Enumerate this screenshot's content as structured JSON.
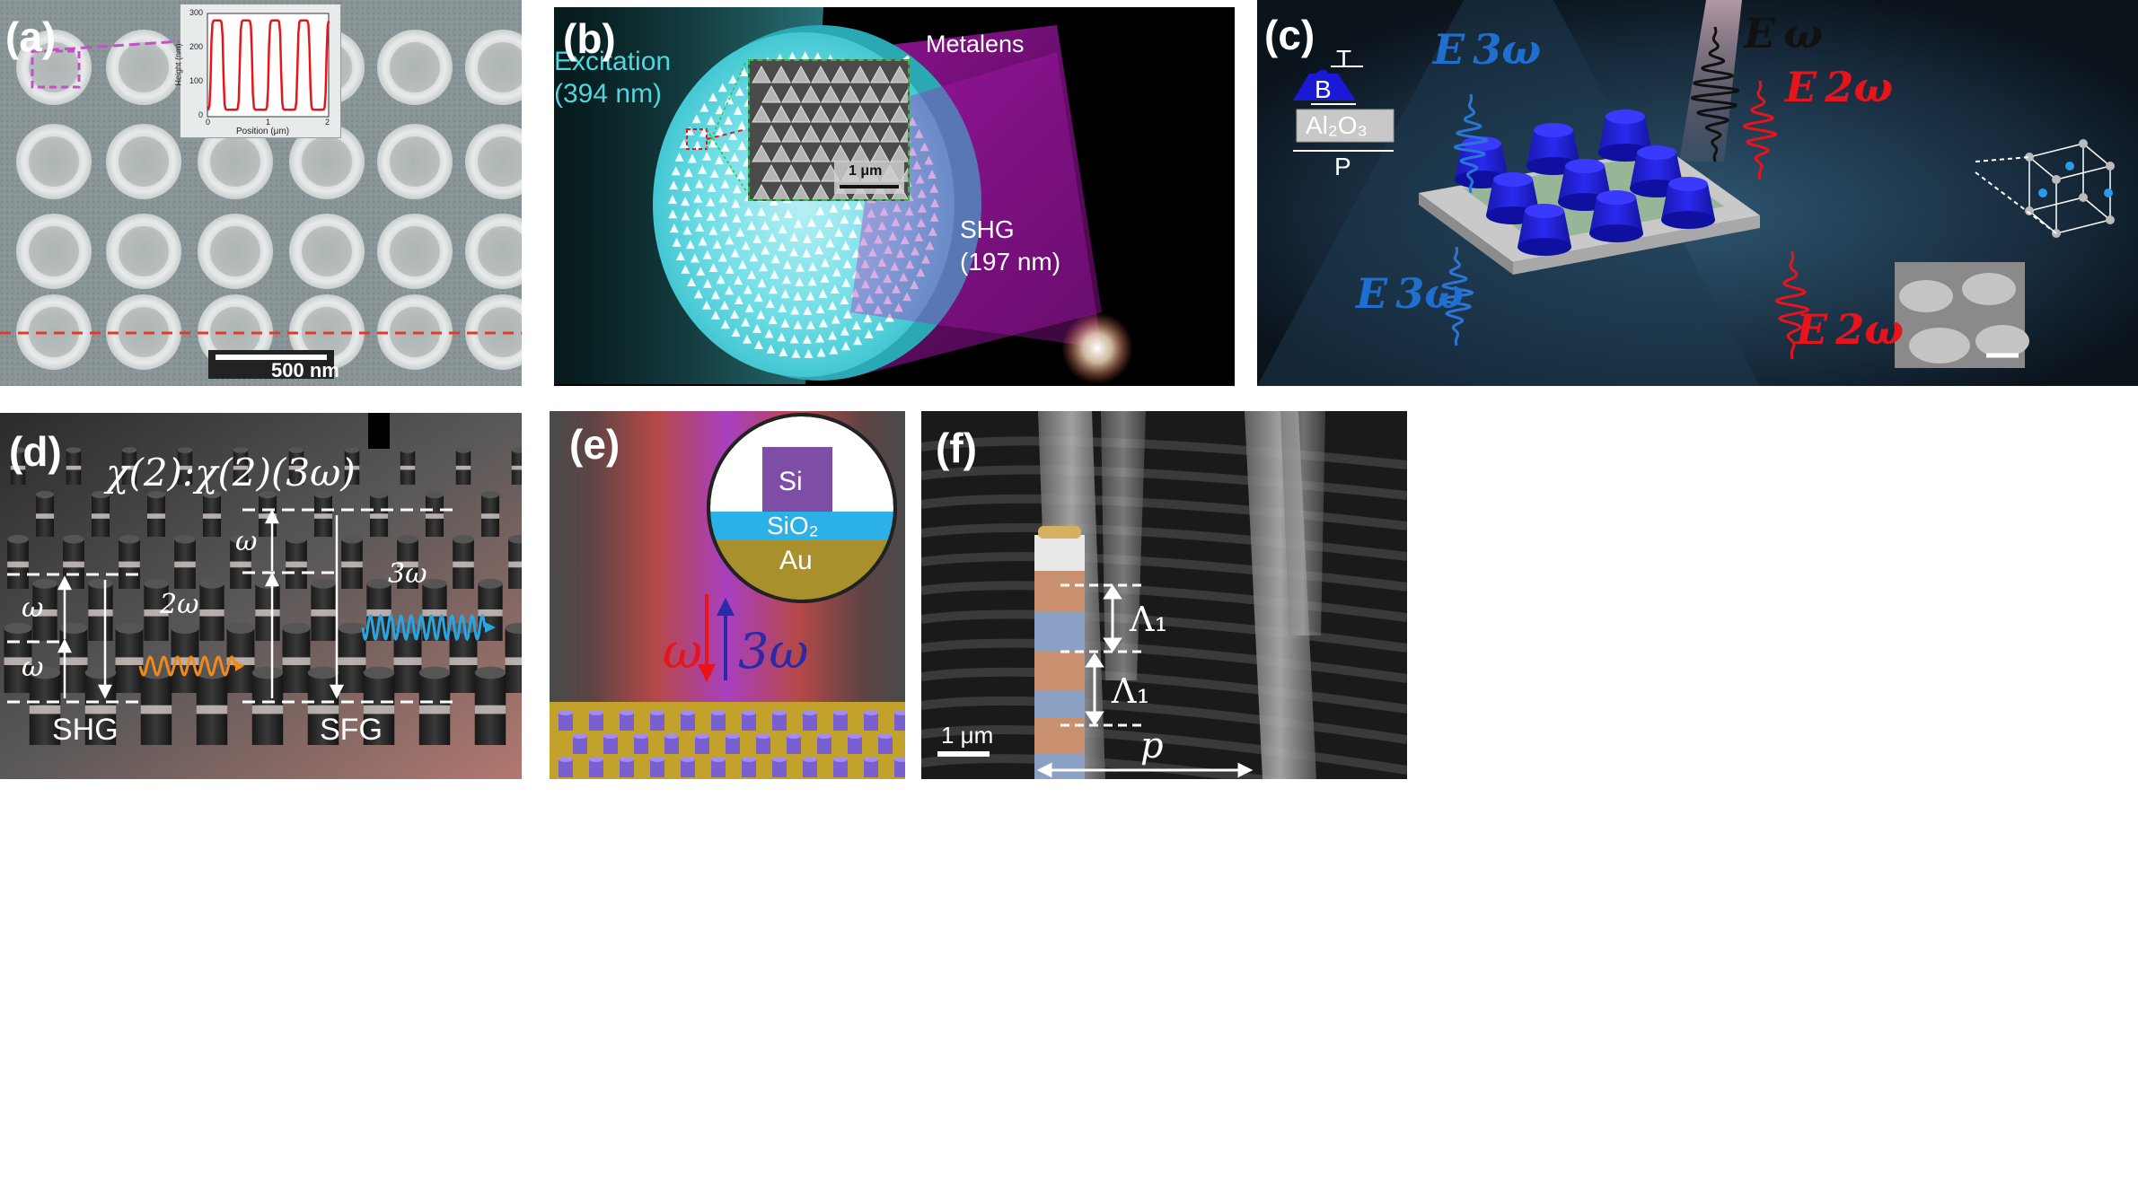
{
  "panels": {
    "a": {
      "label": "(a)",
      "scale_bar": "500 nm",
      "inset": {
        "ylabel": "Height (nm)",
        "xlabel": "Position (μm)",
        "yticks": [
          "0",
          "100",
          "200",
          "300"
        ],
        "xticks": [
          "0",
          "1",
          "2"
        ]
      }
    },
    "b": {
      "label": "(b)",
      "excitation_line1": "Excitation",
      "excitation_line2": "(394 nm)",
      "metalens": "Metalens",
      "shg_line1": "SHG",
      "shg_line2": "(197 nm)",
      "scale_bar": "1 μm"
    },
    "c": {
      "label": "(c)",
      "t_label": "T",
      "b_label": "B",
      "substrate": "Al₂O₃",
      "p_label": "P",
      "e_omega": "E ω",
      "e3w_top": "E 3ω",
      "e2w_top": "E 2ω",
      "e3w_bottom": "E 3ω",
      "e2w_bottom": "E 2ω"
    },
    "d": {
      "label": "(d)",
      "formula": "χ(2):χ(2)(3ω)",
      "omega1": "ω",
      "omega2": "ω",
      "two_omega": "2ω",
      "omega3": "ω",
      "three_omega": "3ω",
      "shg": "SHG",
      "sfg": "SFG"
    },
    "e": {
      "label": "(e)",
      "si": "Si",
      "sio2": "SiO₂",
      "au": "Au",
      "omega": "ω",
      "three_omega": "3ω"
    },
    "f": {
      "label": "(f)",
      "lambda1_top": "Λ₁",
      "lambda1_bottom": "Λ₁",
      "scale_bar": "1 μm",
      "p_label": "p"
    }
  },
  "colors": {
    "red_field": "#e8141c",
    "blue_field": "#1f6fd1",
    "cyan_lens": "#4fd6e0",
    "magenta_beam": "#b01ab4",
    "orange_wave": "#f08a1c"
  }
}
